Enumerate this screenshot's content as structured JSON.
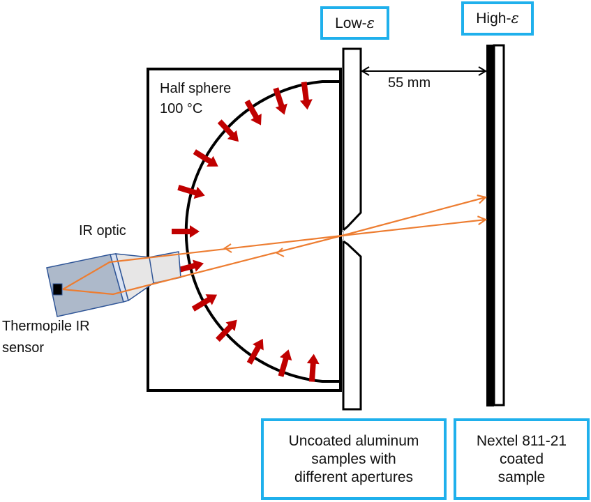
{
  "diagram": {
    "title_labels": {
      "half_sphere": "Half sphere",
      "temperature": "100 °C",
      "ir_optic": "IR optic",
      "sensor_line1": "Thermopile IR",
      "sensor_line2": "sensor",
      "distance": "55 mm"
    },
    "tags": {
      "low_eps_prefix": "Low-",
      "high_eps_prefix": "High-",
      "eps_symbol": "ε",
      "low_sample": "Uncoated aluminum\nsamples with\ndifferent apertures",
      "high_sample": "Nextel 811-21\ncoated\nsample"
    },
    "colors": {
      "radiation_arrow": "#c00000",
      "ray": "#ed7d31",
      "tag_border": "#1fb0ec",
      "sensor_body": "#adb9ca",
      "sensor_outline": "#2f5597",
      "optic_fill": "#e7e6e6",
      "lens_fill": "#dae3f3"
    },
    "components": [
      "half-sphere-enclosure",
      "thermopile-ir-sensor",
      "ir-optic",
      "low-emissivity-sample-plate",
      "high-emissivity-sample-plate"
    ]
  }
}
